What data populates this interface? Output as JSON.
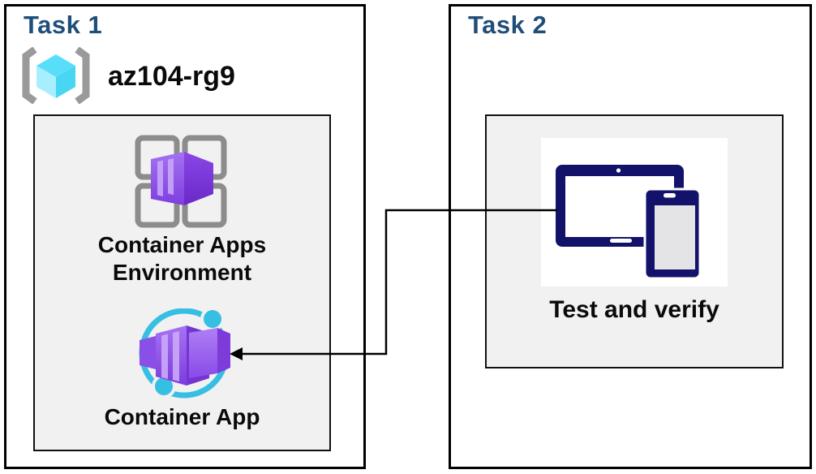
{
  "colors": {
    "title_blue": "#1F4E79",
    "panel_gray": "#F1F1F1",
    "teal": "#35BFE2",
    "purple": "#8248E2",
    "navy": "#12126B",
    "connector_black": "#000000"
  },
  "task1": {
    "title": "Task 1",
    "resource_group": {
      "name": "az104-rg9",
      "icon": "resource-group-icon"
    },
    "nodes": [
      {
        "label": "Container Apps Environment",
        "icon": "container-apps-environment-icon"
      },
      {
        "label": "Container App",
        "icon": "container-app-icon"
      }
    ]
  },
  "task2": {
    "title": "Task 2",
    "node": {
      "label": "Test and verify",
      "icon": "devices-icon"
    }
  },
  "connector": {
    "type": "elbow-arrow"
  }
}
